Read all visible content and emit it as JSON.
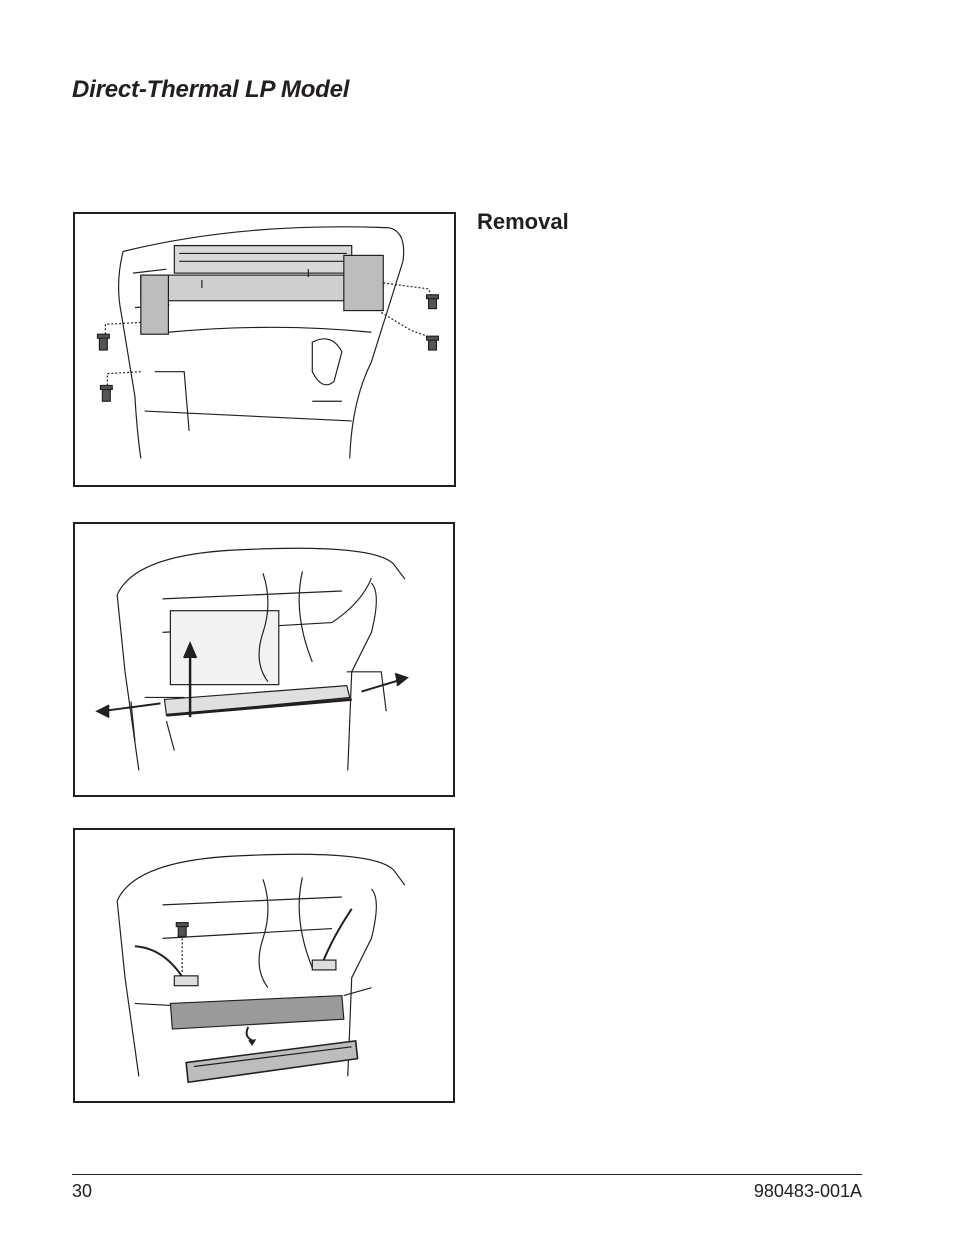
{
  "header": {
    "title": "Direct-Thermal LP Model"
  },
  "section": {
    "heading": "Removal"
  },
  "figures": [
    {
      "id": "fig-1",
      "icon": "printhead-screws-illustration"
    },
    {
      "id": "fig-2",
      "icon": "printhead-release-illustration"
    },
    {
      "id": "fig-3",
      "icon": "printhead-cable-disconnect-illustration"
    }
  ],
  "footer": {
    "page_number": "30",
    "document_number": "980483-001A"
  },
  "colors": {
    "ink": "#231f20",
    "shade": "#bdbdbd",
    "dark_shade": "#8a8a8a"
  }
}
